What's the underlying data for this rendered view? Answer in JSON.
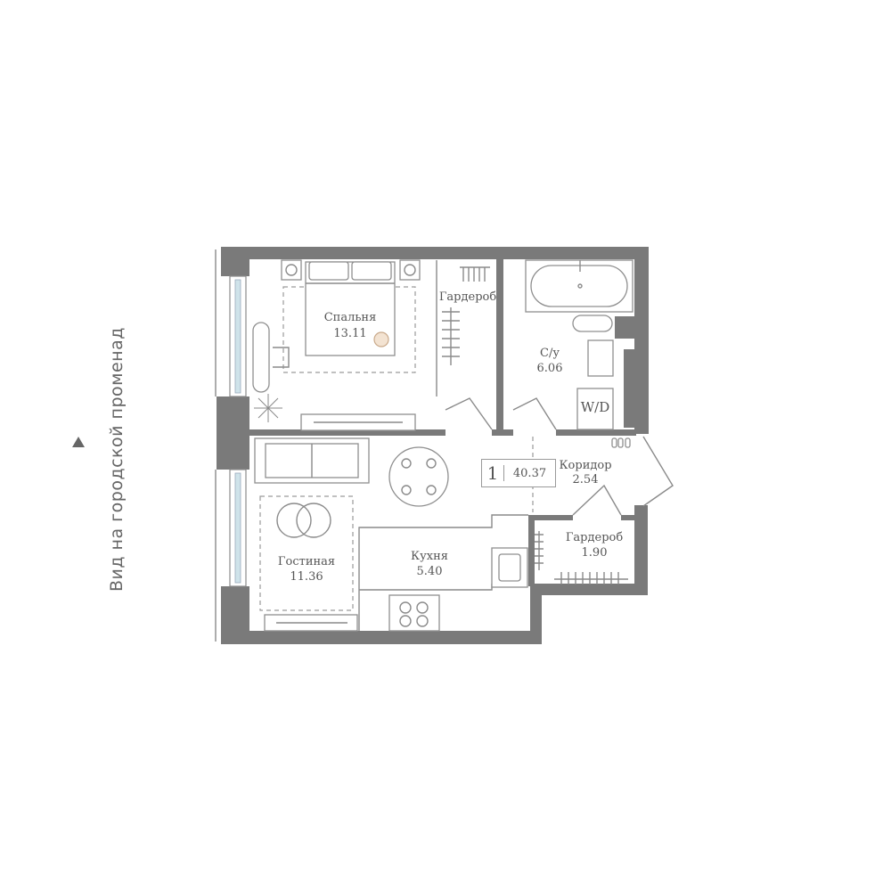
{
  "view_label": "Вид на городской променад",
  "apartment": {
    "rooms": "1",
    "total_area": "40.37"
  },
  "rooms": [
    {
      "name": "Спальня",
      "area": "13.11"
    },
    {
      "name": "Гардероб",
      "area": ""
    },
    {
      "name": "С/у",
      "area": "6.06"
    },
    {
      "name": "Коридор",
      "area": "2.54"
    },
    {
      "name": "Гардероб",
      "area": "1.90"
    },
    {
      "name": "Гостиная",
      "area": "11.36"
    },
    {
      "name": "Кухня",
      "area": "5.40"
    }
  ],
  "appliance_label": "W/D",
  "colors": {
    "wall": "#7a7a7a",
    "line": "#8a8a8a",
    "glass": "#cfe3ea",
    "text": "#555555"
  }
}
